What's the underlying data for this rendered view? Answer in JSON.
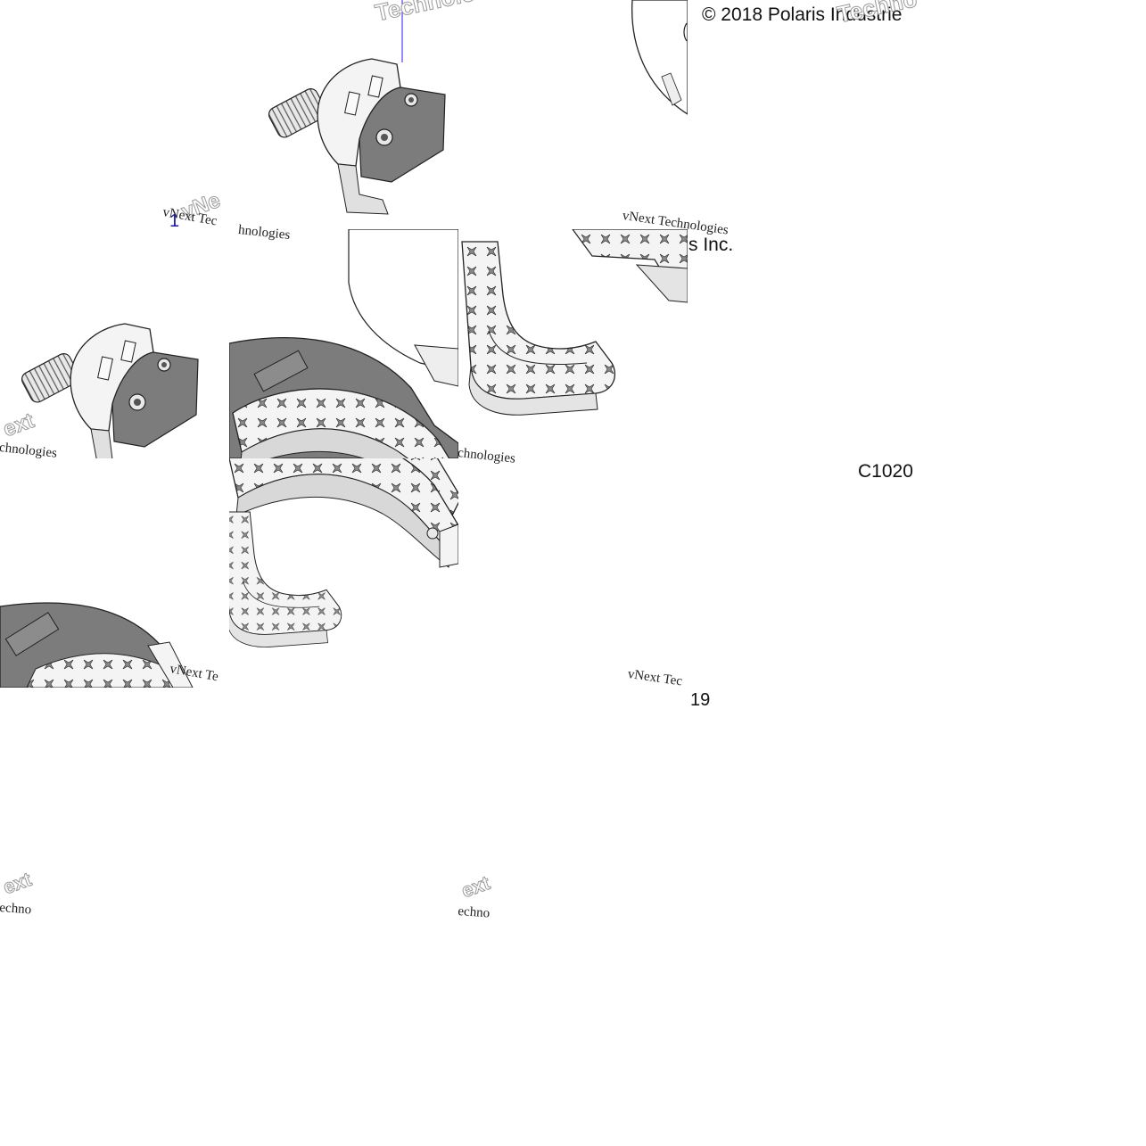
{
  "diagram": {
    "copyright": "© 2018 Polaris Industrie",
    "copyright_tail": "s Inc.",
    "figure_code": "C1020",
    "callouts": {
      "item_1": "1",
      "item_19": "19"
    },
    "watermark": {
      "line_a": "vNext Tec",
      "line_b": "vNext Technologies",
      "line_c": "vNext Te",
      "line_d": "hnologies",
      "big_a": "Technolo",
      "big_b": "Techno",
      "big_c": "vNe",
      "big_d": "ext",
      "fragment_a": "chnologies",
      "fragment_b": "chnologies",
      "fragment_c": "echno",
      "fragment_d": "ext"
    }
  },
  "colors": {
    "part_dark": "#7c7c7c",
    "part_light": "#f4f4f4",
    "outline": "#1a1a1a",
    "leader_line": "#2222ee",
    "callout": "#1a1aa8"
  }
}
